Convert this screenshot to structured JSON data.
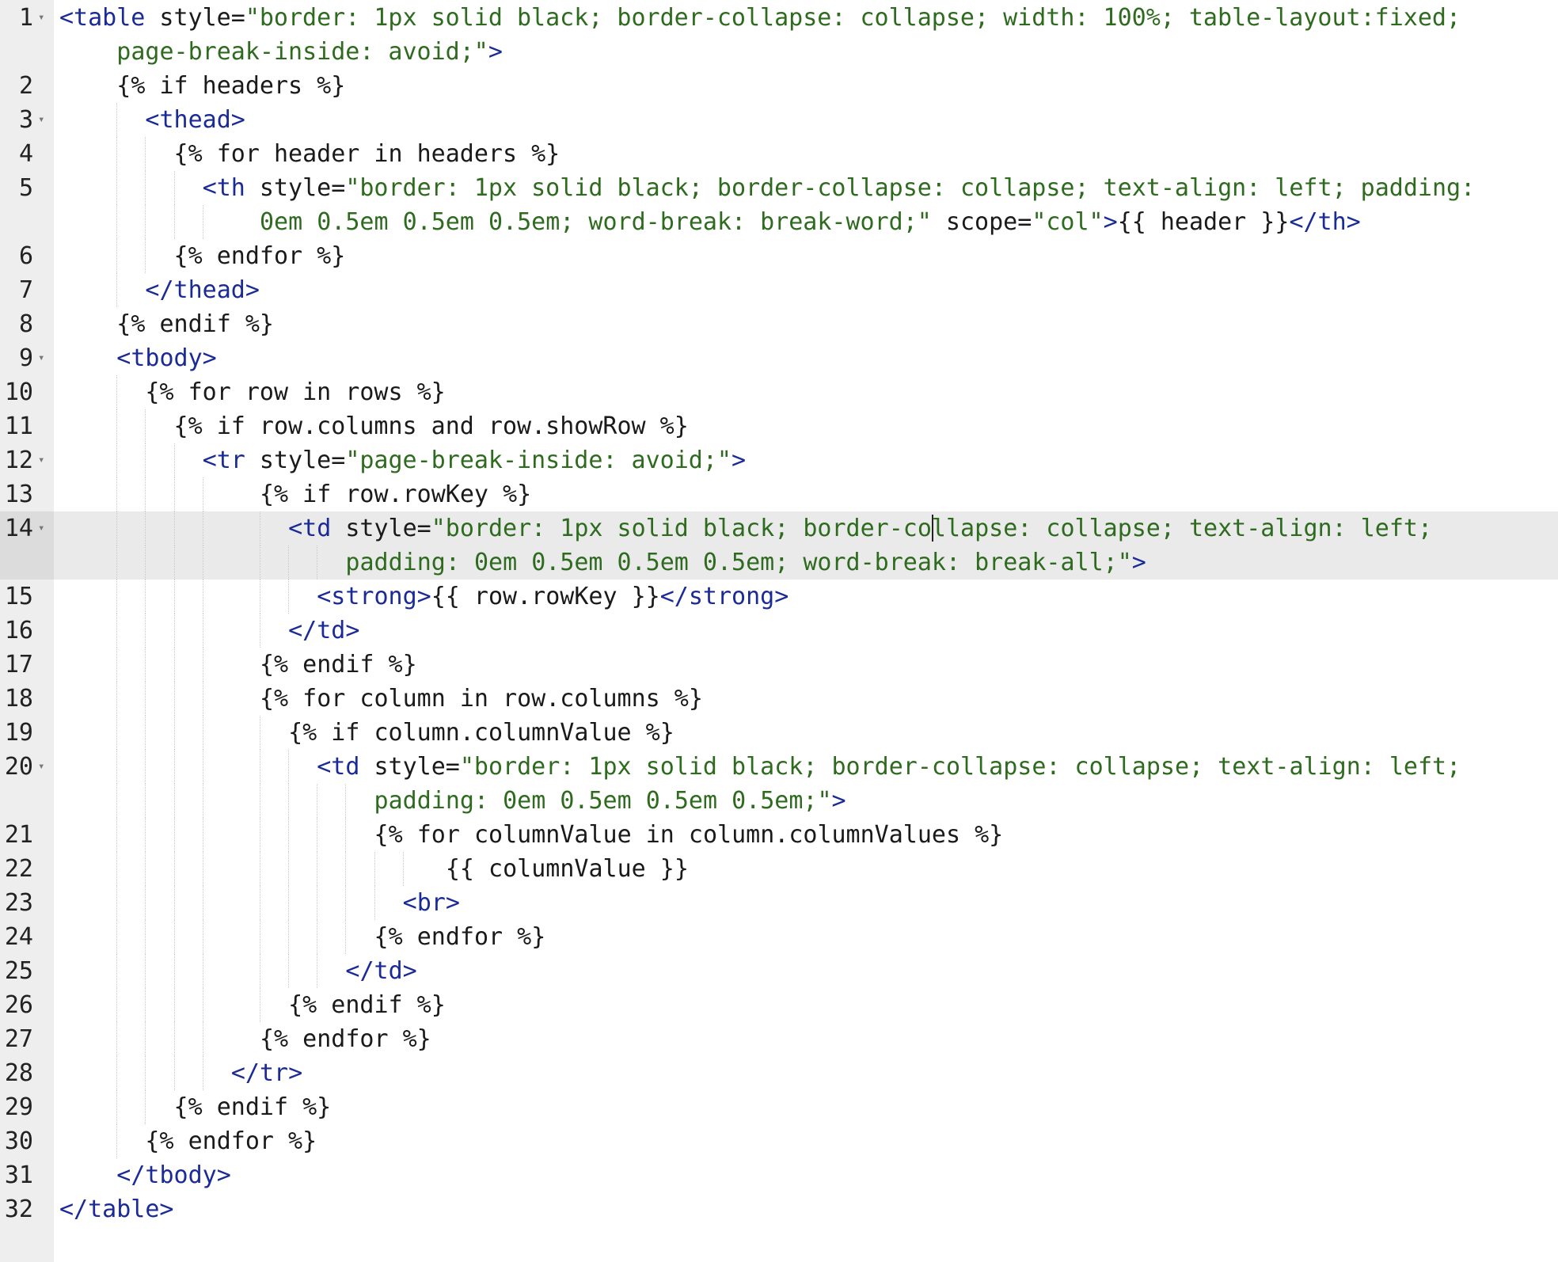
{
  "editor": {
    "colors": {
      "tag": "#1a2a96",
      "attribute": "#1a1a1a",
      "string": "#2e6b1f",
      "template": "#1a1a1a",
      "gutter": "#eeeeee",
      "active_line": "#eaeaea"
    },
    "active_line": 14,
    "fold_icon": "chevron-down-icon",
    "lines": [
      {
        "n": "1",
        "fold": true,
        "rows": [
          {
            "ind": 0,
            "segs": [
              [
                "t",
                "<table"
              ],
              [
                "a",
                " style="
              ],
              [
                "s",
                "\"border: 1px solid black; border-collapse: collapse; width: 100%; table-layout:fixed;"
              ]
            ]
          },
          {
            "ind": 4,
            "segs": [
              [
                "s",
                "page-break-inside: avoid;\""
              ],
              [
                "t",
                ">"
              ]
            ]
          }
        ]
      },
      {
        "n": "2",
        "fold": false,
        "rows": [
          {
            "ind": 4,
            "segs": [
              [
                "g",
                "{% if headers %}"
              ]
            ]
          }
        ]
      },
      {
        "n": "3",
        "fold": true,
        "rows": [
          {
            "ind": 6,
            "segs": [
              [
                "t",
                "<thead>"
              ]
            ]
          }
        ]
      },
      {
        "n": "4",
        "fold": false,
        "rows": [
          {
            "ind": 8,
            "segs": [
              [
                "g",
                "{% for header in headers %}"
              ]
            ]
          }
        ]
      },
      {
        "n": "5",
        "fold": false,
        "rows": [
          {
            "ind": 10,
            "segs": [
              [
                "t",
                "<th"
              ],
              [
                "a",
                " style="
              ],
              [
                "s",
                "\"border: 1px solid black; border-collapse: collapse; text-align: left; padding:"
              ]
            ]
          },
          {
            "ind": 14,
            "segs": [
              [
                "s",
                "0em 0.5em 0.5em 0.5em; word-break: break-word;\""
              ],
              [
                "a",
                " scope="
              ],
              [
                "s",
                "\"col\""
              ],
              [
                "t",
                ">"
              ],
              [
                "g",
                "{{ header }}"
              ],
              [
                "t",
                "</th>"
              ]
            ]
          }
        ]
      },
      {
        "n": "6",
        "fold": false,
        "rows": [
          {
            "ind": 8,
            "segs": [
              [
                "g",
                "{% endfor %}"
              ]
            ]
          }
        ]
      },
      {
        "n": "7",
        "fold": false,
        "rows": [
          {
            "ind": 6,
            "segs": [
              [
                "t",
                "</thead>"
              ]
            ]
          }
        ]
      },
      {
        "n": "8",
        "fold": false,
        "rows": [
          {
            "ind": 4,
            "segs": [
              [
                "g",
                "{% endif %}"
              ]
            ]
          }
        ]
      },
      {
        "n": "9",
        "fold": true,
        "rows": [
          {
            "ind": 4,
            "segs": [
              [
                "t",
                "<tbody>"
              ]
            ]
          }
        ]
      },
      {
        "n": "10",
        "fold": false,
        "rows": [
          {
            "ind": 6,
            "segs": [
              [
                "g",
                "{% for row in rows %}"
              ]
            ]
          }
        ]
      },
      {
        "n": "11",
        "fold": false,
        "rows": [
          {
            "ind": 8,
            "segs": [
              [
                "g",
                "{% if row.columns and row.showRow %}"
              ]
            ]
          }
        ]
      },
      {
        "n": "12",
        "fold": true,
        "rows": [
          {
            "ind": 10,
            "segs": [
              [
                "t",
                "<tr"
              ],
              [
                "a",
                " style="
              ],
              [
                "s",
                "\"page-break-inside: avoid;\""
              ],
              [
                "t",
                ">"
              ]
            ]
          }
        ]
      },
      {
        "n": "13",
        "fold": false,
        "rows": [
          {
            "ind": 14,
            "segs": [
              [
                "g",
                "{% if row.rowKey %}"
              ]
            ]
          }
        ]
      },
      {
        "n": "14",
        "fold": true,
        "rows": [
          {
            "ind": 16,
            "segs": [
              [
                "t",
                "<td"
              ],
              [
                "a",
                " style="
              ],
              [
                "s",
                "\"border: 1px solid black; border-collapse: collapse; text-align: left;"
              ]
            ]
          },
          {
            "ind": 20,
            "segs": [
              [
                "s",
                "padding: 0em 0.5em 0.5em 0.5em; word-break: break-all;\""
              ],
              [
                "t",
                ">"
              ]
            ]
          }
        ]
      },
      {
        "n": "15",
        "fold": false,
        "rows": [
          {
            "ind": 18,
            "segs": [
              [
                "t",
                "<strong>"
              ],
              [
                "g",
                "{{ row.rowKey }}"
              ],
              [
                "t",
                "</strong>"
              ]
            ]
          }
        ]
      },
      {
        "n": "16",
        "fold": false,
        "rows": [
          {
            "ind": 16,
            "segs": [
              [
                "t",
                "</td>"
              ]
            ]
          }
        ]
      },
      {
        "n": "17",
        "fold": false,
        "rows": [
          {
            "ind": 14,
            "segs": [
              [
                "g",
                "{% endif %}"
              ]
            ]
          }
        ]
      },
      {
        "n": "18",
        "fold": false,
        "rows": [
          {
            "ind": 14,
            "segs": [
              [
                "g",
                "{% for column in row.columns %}"
              ]
            ]
          }
        ]
      },
      {
        "n": "19",
        "fold": false,
        "rows": [
          {
            "ind": 16,
            "segs": [
              [
                "g",
                "{% if column.columnValue %}"
              ]
            ]
          }
        ]
      },
      {
        "n": "20",
        "fold": true,
        "rows": [
          {
            "ind": 18,
            "segs": [
              [
                "t",
                "<td"
              ],
              [
                "a",
                " style="
              ],
              [
                "s",
                "\"border: 1px solid black; border-collapse: collapse; text-align: left;"
              ]
            ]
          },
          {
            "ind": 22,
            "segs": [
              [
                "s",
                "padding: 0em 0.5em 0.5em 0.5em;\""
              ],
              [
                "t",
                ">"
              ]
            ]
          }
        ]
      },
      {
        "n": "21",
        "fold": false,
        "rows": [
          {
            "ind": 22,
            "segs": [
              [
                "g",
                "{% for columnValue in column.columnValues %}"
              ]
            ]
          }
        ]
      },
      {
        "n": "22",
        "fold": false,
        "rows": [
          {
            "ind": 27,
            "segs": [
              [
                "g",
                "{{ columnValue }}"
              ]
            ]
          }
        ]
      },
      {
        "n": "23",
        "fold": false,
        "rows": [
          {
            "ind": 24,
            "segs": [
              [
                "t",
                "<br>"
              ]
            ]
          }
        ]
      },
      {
        "n": "24",
        "fold": false,
        "rows": [
          {
            "ind": 22,
            "segs": [
              [
                "g",
                "{% endfor %}"
              ]
            ]
          }
        ]
      },
      {
        "n": "25",
        "fold": false,
        "rows": [
          {
            "ind": 20,
            "segs": [
              [
                "t",
                "</td>"
              ]
            ]
          }
        ]
      },
      {
        "n": "26",
        "fold": false,
        "rows": [
          {
            "ind": 16,
            "segs": [
              [
                "g",
                "{% endif %}"
              ]
            ]
          }
        ]
      },
      {
        "n": "27",
        "fold": false,
        "rows": [
          {
            "ind": 14,
            "segs": [
              [
                "g",
                "{% endfor %}"
              ]
            ]
          }
        ]
      },
      {
        "n": "28",
        "fold": false,
        "rows": [
          {
            "ind": 12,
            "segs": [
              [
                "t",
                "</tr>"
              ]
            ]
          }
        ]
      },
      {
        "n": "29",
        "fold": false,
        "rows": [
          {
            "ind": 8,
            "segs": [
              [
                "g",
                "{% endif %}"
              ]
            ]
          }
        ]
      },
      {
        "n": "30",
        "fold": false,
        "rows": [
          {
            "ind": 6,
            "segs": [
              [
                "g",
                "{% endfor %}"
              ]
            ]
          }
        ]
      },
      {
        "n": "31",
        "fold": false,
        "rows": [
          {
            "ind": 4,
            "segs": [
              [
                "t",
                "</tbody>"
              ]
            ]
          }
        ]
      },
      {
        "n": "32",
        "fold": false,
        "rows": [
          {
            "ind": 0,
            "segs": [
              [
                "t",
                "</table>"
              ]
            ]
          }
        ]
      }
    ]
  }
}
